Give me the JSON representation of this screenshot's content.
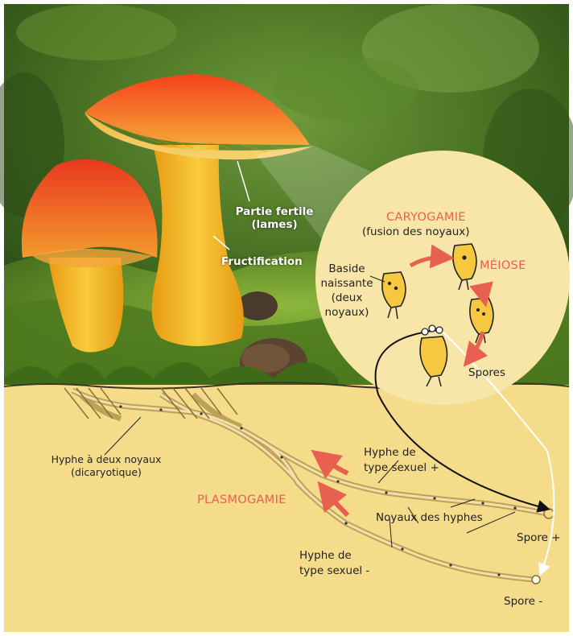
{
  "labels": {
    "fertile_part_line1": "Partie fertile",
    "fertile_part_line2": "(lames)",
    "fructification": "Fructification",
    "caryogamie": "CARYOGAMIE",
    "caryogamie_sub": "(fusion des noyaux)",
    "meiose": "MÉIOSE",
    "baside_line1": "Baside",
    "baside_line2": "naissante",
    "baside_line3": "(deux",
    "baside_line4": "noyaux)",
    "spores": "Spores",
    "hyphe_deux_noyaux_line1": "Hyphe à deux noyaux",
    "hyphe_deux_noyaux_line2": "(dicaryotique)",
    "hyphe_plus_line1": "Hyphe de",
    "hyphe_plus_line2": "type sexuel +",
    "plasmogamie": "PLASMOGAMIE",
    "noyaux_hyphes": "Noyaux des hyphes",
    "spore_plus": "Spore +",
    "hyphe_minus_line1": "Hyphe de",
    "hyphe_minus_line2": "type sexuel -",
    "spore_minus": "Spore -"
  },
  "colors": {
    "accent_red": "#e8604f",
    "soil": "#f5dc8a",
    "circle_fill": "#f8e6a8",
    "moss": "#5f8a2a",
    "cap": "#f0682a",
    "stem": "#f2b01e"
  },
  "icons": [
    "mushroom-photo",
    "baside-icon",
    "spore-icon",
    "cycle-arrow-icon"
  ]
}
